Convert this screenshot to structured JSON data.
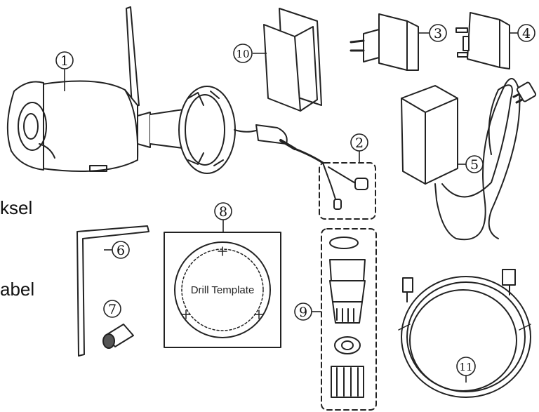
{
  "side_labels": [
    "ksel",
    "abel"
  ],
  "template_label": "Drill Template",
  "callouts": [
    "1",
    "2",
    "3",
    "4",
    "5",
    "6",
    "7",
    "8",
    "9",
    "10",
    "11"
  ],
  "items": [
    {
      "name": "camera",
      "icon": "camera-icon"
    },
    {
      "name": "cable-connectors",
      "icon": "connector-icon"
    },
    {
      "name": "eu-plug",
      "icon": "eu-plug-icon"
    },
    {
      "name": "uk-plug",
      "icon": "uk-plug-icon"
    },
    {
      "name": "power-adapter",
      "icon": "power-adapter-icon"
    },
    {
      "name": "hex-key",
      "icon": "hex-key-icon"
    },
    {
      "name": "wall-anchor",
      "icon": "anchor-icon"
    },
    {
      "name": "drill-template",
      "icon": "template-icon"
    },
    {
      "name": "waterproof-kit",
      "icon": "waterproof-kit-icon"
    },
    {
      "name": "manual",
      "icon": "manual-icon"
    },
    {
      "name": "ethernet-cable",
      "icon": "ethernet-cable-icon"
    }
  ]
}
